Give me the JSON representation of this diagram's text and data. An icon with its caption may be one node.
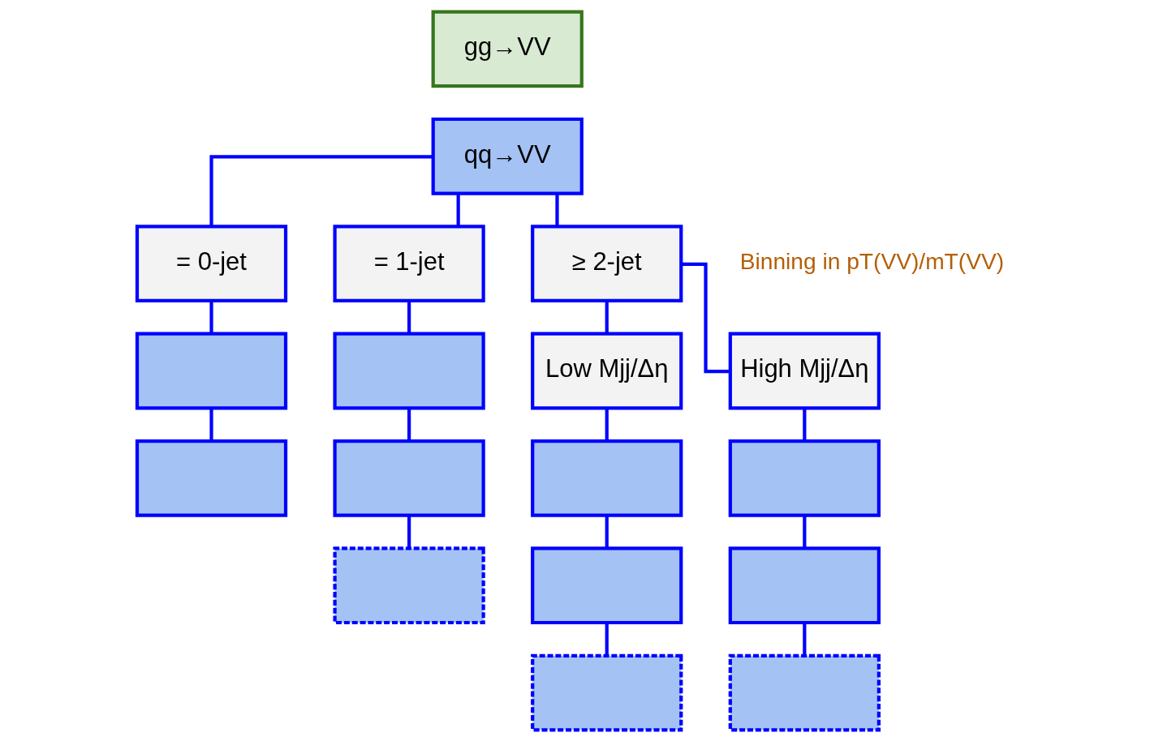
{
  "diagram": {
    "nodes": [
      {
        "text": [
          "gg→VV"
        ]
      },
      {
        "text": [
          "qq→VV"
        ]
      },
      {
        "text": [
          "= 0-jet"
        ]
      },
      {
        "text": [
          "= 1-jet"
        ]
      },
      {
        "text": [
          "≥ 2-jet"
        ]
      },
      {
        "text": [
          "Low Mjj/Δη"
        ]
      },
      {
        "text": [
          "High Mjj/Δη"
        ]
      },
      {
        "text": [],
        "shape": "box"
      },
      {
        "text": [],
        "shape": "box"
      },
      {
        "text": [],
        "shape": "box"
      },
      {
        "text": [],
        "shape": "box"
      },
      {
        "text": [],
        "shape": "box"
      },
      {
        "text": [],
        "shape": "box"
      },
      {
        "text": [],
        "shape": "box"
      },
      {
        "text": [],
        "shape": "box"
      },
      {
        "text": [],
        "shape": "box"
      },
      {
        "text": [],
        "shape": "box"
      },
      {
        "text": [],
        "shape": "box"
      }
    ],
    "edges": [
      {
        "from": 1,
        "to": 2,
        "arrow": "none"
      },
      {
        "from": 1,
        "to": 3,
        "arrow": "none"
      },
      {
        "from": 1,
        "to": 4,
        "arrow": "none"
      },
      {
        "from": 2,
        "to": 7,
        "arrow": "none"
      },
      {
        "from": 7,
        "to": 8,
        "arrow": "none"
      },
      {
        "from": 3,
        "to": 9,
        "arrow": "none"
      },
      {
        "from": 9,
        "to": 10,
        "arrow": "none"
      },
      {
        "from": 10,
        "to": 11,
        "arrow": "none"
      },
      {
        "from": 4,
        "to": 5,
        "arrow": "none"
      },
      {
        "from": 4,
        "to": 6,
        "arrow": "none"
      },
      {
        "from": 5,
        "to": 12,
        "arrow": "none"
      },
      {
        "from": 12,
        "to": 13,
        "arrow": "none"
      },
      {
        "from": 13,
        "to": 14,
        "arrow": "none"
      },
      {
        "from": 6,
        "to": 15,
        "arrow": "none"
      },
      {
        "from": 15,
        "to": 16,
        "arrow": "none"
      },
      {
        "from": 16,
        "to": 17,
        "arrow": "none"
      }
    ],
    "labels": [
      "Binning in pT(VV)/mT(VV)"
    ]
  }
}
